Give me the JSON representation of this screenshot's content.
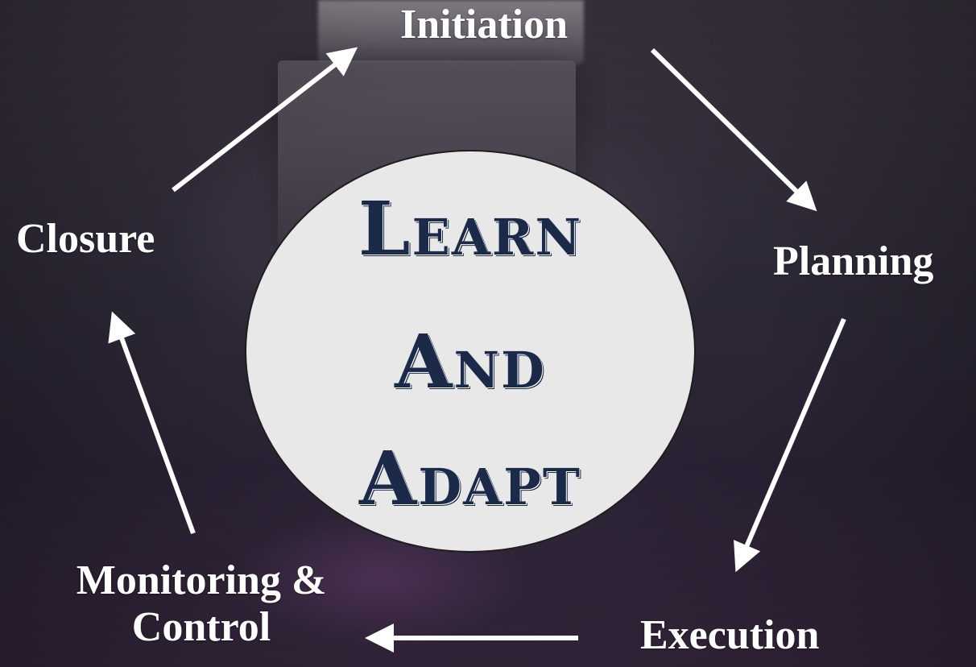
{
  "stages": {
    "initiation": "Initiation",
    "planning": "Planning",
    "execution": "Execution",
    "monitoring_line1": "Monitoring &",
    "monitoring_line2": "Control",
    "closure": "Closure"
  },
  "center": {
    "word1_cap": "L",
    "word1_rest": "EARN",
    "word2_cap": "A",
    "word2_rest": "ND",
    "word3_cap": "A",
    "word3_rest": "DAPT"
  },
  "colors": {
    "label_text": "#ffffff",
    "arrow": "#ffffff",
    "circle_fill": "#e8e8e8",
    "center_text": "#1c2a4a"
  },
  "icons": {
    "arrow": "right-arrow-icon"
  }
}
